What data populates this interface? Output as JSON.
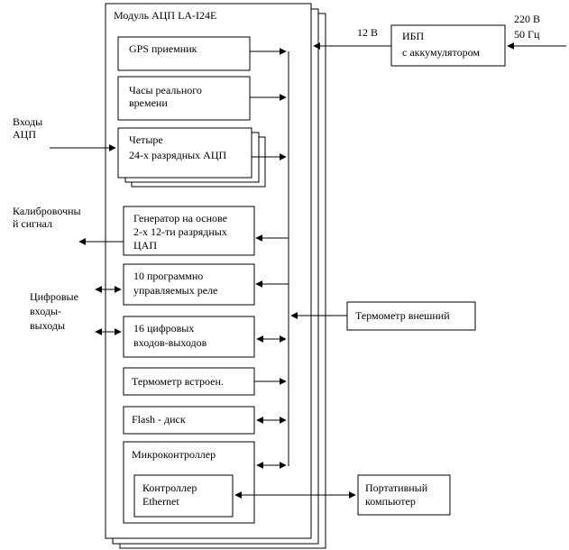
{
  "module": {
    "title": "Модуль АЦП LA-I24E"
  },
  "blocks": {
    "gps": "GPS приемник",
    "rtc": [
      "Часы реального",
      "времени"
    ],
    "adc": [
      "Четыре",
      "24-х разрядных АЦП"
    ],
    "generator": [
      "Генератор на основе",
      "2-х 12-ти разрядных",
      "ЦАП"
    ],
    "relays": [
      "10 программно",
      "управляемых реле"
    ],
    "digital_io": [
      "16 цифровых",
      "входов-выходов"
    ],
    "thermo_int": "Термометр встроен.",
    "flash": "Flash - диск",
    "mcu": "Микроконтроллер",
    "ethernet": [
      "Контроллер",
      "Ethernet"
    ]
  },
  "external": {
    "ups": [
      "ИБП",
      "с аккумулятором"
    ],
    "mains": [
      "220 В",
      "50 Гц"
    ],
    "supply_12v": "12 В",
    "adc_inputs": [
      "Входы",
      "АЦП"
    ],
    "calibration": [
      "Калибровочны",
      "й сигнал"
    ],
    "digital": [
      "Цифровые",
      "входы-",
      "выходы"
    ],
    "thermo_ext": "Термометр внешний",
    "laptop": [
      "Портативный",
      "компьютер"
    ]
  }
}
